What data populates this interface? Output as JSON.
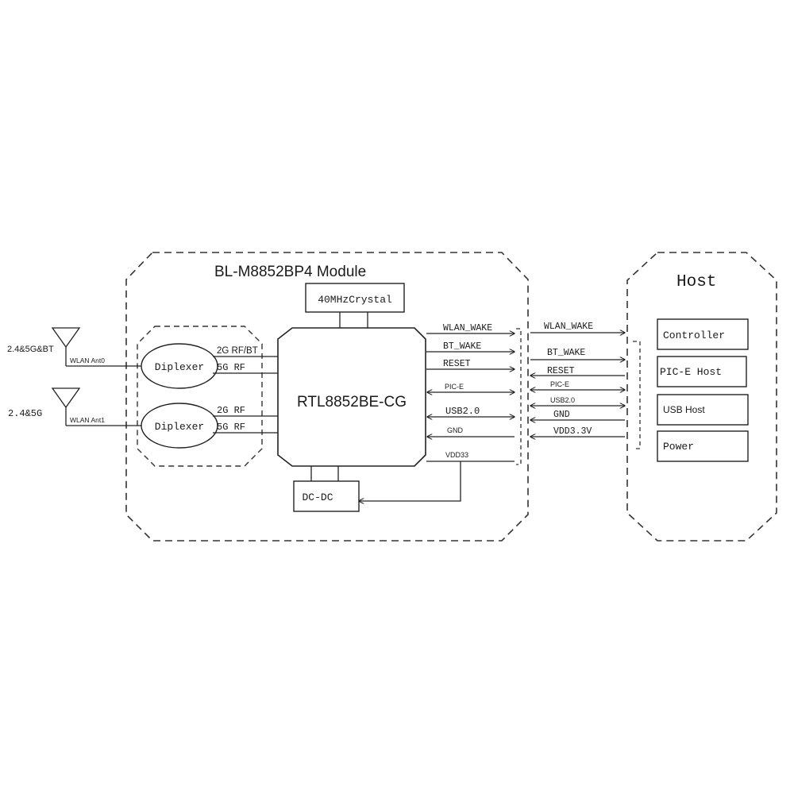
{
  "module": {
    "title": "BL-M8852BP4 Module",
    "crystal": "40MHzCrystal",
    "chip": "RTL8852BE-CG",
    "dcdc": "DC-DC"
  },
  "antennas": [
    {
      "band": "2.4&5G&BT",
      "line_label": "WLAN Ant0"
    },
    {
      "band": "2.4&5G",
      "line_label": "WLAN Ant1"
    }
  ],
  "diplexers": [
    {
      "label": "Diplexer",
      "port_top": "2G RF/BT",
      "port_bottom": "5G RF"
    },
    {
      "label": "Diplexer",
      "port_top": "2G RF",
      "port_bottom": "5G RF"
    }
  ],
  "module_signals": [
    "WLAN_WAKE",
    "BT_WAKE",
    "RESET",
    "PIC-E",
    "USB2.0",
    "GND",
    "VDD33"
  ],
  "link_signals": [
    "WLAN_WAKE",
    "BT_WAKE",
    "RESET",
    "PIC-E",
    "USB2.0",
    "GND",
    "VDD3.3V"
  ],
  "host": {
    "title": "Host",
    "blocks": [
      "Controller",
      "PIC-E Host",
      "USB Host",
      "Power"
    ]
  }
}
